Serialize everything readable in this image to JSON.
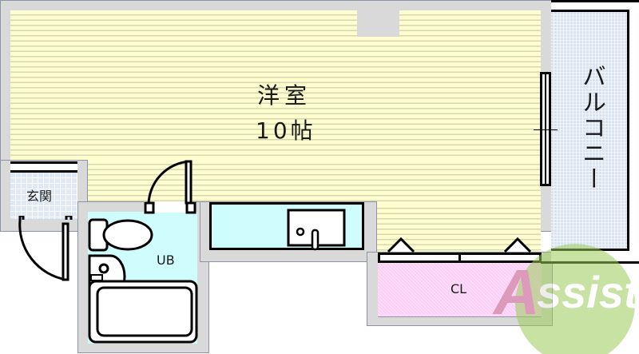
{
  "floorplan": {
    "rooms": {
      "western_room": {
        "name": "洋室",
        "size": "10帖",
        "color": "#fdfdd0"
      },
      "entrance": {
        "name": "玄関",
        "color": "#dfe9f6"
      },
      "unit_bath": {
        "name": "UB",
        "color": "#cffcfc"
      },
      "closet": {
        "name": "CL",
        "color": "#fbd0f6"
      },
      "balcony": {
        "name": "バルコニー",
        "color": "#d7e3f1"
      }
    },
    "watermark": {
      "text": "Assist",
      "color": "#9ccc5a"
    },
    "wall_color": "#d9d9d9",
    "kitchen_color": "#cffcfc"
  }
}
